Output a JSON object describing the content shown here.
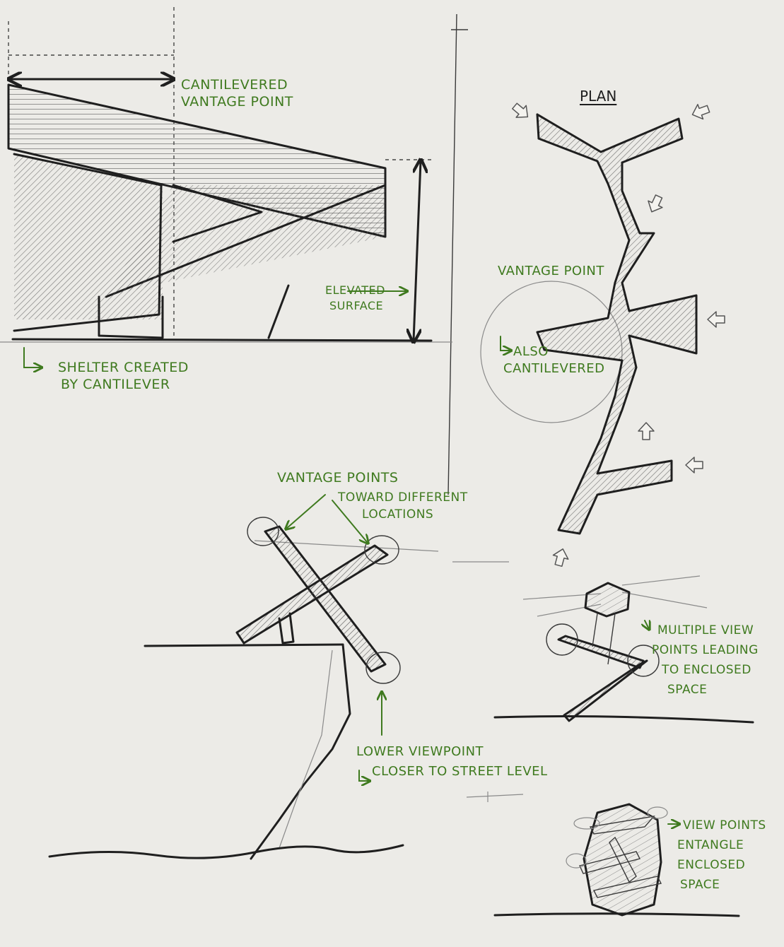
{
  "plan_title": "PLAN",
  "notes": {
    "cantilevered_vantage": [
      "CANTILEVERED",
      "VANTAGE POINT"
    ],
    "elevated_surface": [
      "ELEVATED",
      "SURFACE"
    ],
    "shelter": [
      "SHELTER CREATED",
      "BY CANTILEVER"
    ],
    "plan_vantage": "VANTAGE POINT",
    "also_cantilevered": [
      "ALSO",
      "CANTILEVERED"
    ],
    "vantage_points": "VANTAGE POINTS",
    "toward_locations": [
      "TOWARD DIFFERENT",
      "LOCATIONS"
    ],
    "lower_viewpoint": [
      "LOWER VIEWPOINT",
      "CLOSER TO STREET LEVEL"
    ],
    "multiple_view": [
      "MULTIPLE VIEW",
      "POINTS LEADING",
      "TO ENCLOSED",
      "SPACE"
    ],
    "view_points_entangle": [
      "VIEW POINTS",
      "ENTANGLE",
      "ENCLOSED",
      "SPACE"
    ]
  },
  "colors": {
    "annotation": "#3f7a1f",
    "pencil": "#1f1f1f",
    "paper": "#ecebe7"
  }
}
